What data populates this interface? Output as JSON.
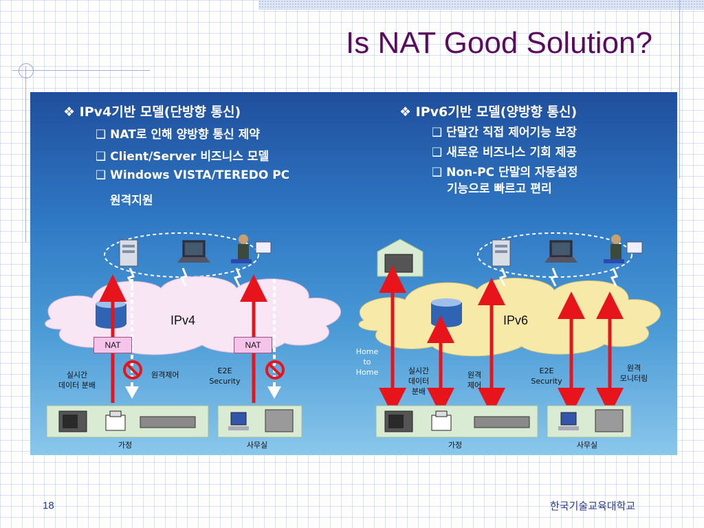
{
  "title": "Is NAT Good Solution?",
  "left": {
    "heading": "❖ IPv4기반 모델(단방향 통신)",
    "bullets": [
      "❑ NAT로 인해 양방향 통신 제약",
      "❑ Client/Server 비즈니스 모델",
      "❑ Windows VISTA/TEREDO PC",
      "원격지원"
    ],
    "cloud": "IPv4",
    "nat": "NAT",
    "realtime": [
      "실시간",
      "데이터 분배"
    ],
    "remote_ctrl": "원격제어",
    "e2e": [
      "E2E",
      "Security"
    ],
    "home": "가정",
    "office": "사무실"
  },
  "right": {
    "heading": "❖ IPv6기반 모델(양방향 통신)",
    "bullets": [
      "❑ 단말간 직접 제어기능 보장",
      "❑ 새로운 비즈니스 기회 제공",
      "❑ Non-PC 단말의 자동설정",
      "기능으로 빠르고 편리"
    ],
    "cloud": "IPv6",
    "home_to_home": [
      "Home",
      "to",
      "Home"
    ],
    "realtime": [
      "실시간",
      "데이터",
      "분배"
    ],
    "remote": [
      "원격",
      "제어"
    ],
    "e2e": [
      "E2E",
      "Security"
    ],
    "monitor": [
      "원격",
      "모니터링"
    ],
    "home": "가정",
    "office": "사무실"
  },
  "slide_number": "18",
  "footer": "한국기술교육대학교",
  "colors": {
    "title": "#5a0a5f",
    "arrow": "#e8141c",
    "cloud_v4": "#f8e6f4",
    "cloud_v6": "#f7e9a8",
    "nat_box": "#f6c3ea"
  }
}
